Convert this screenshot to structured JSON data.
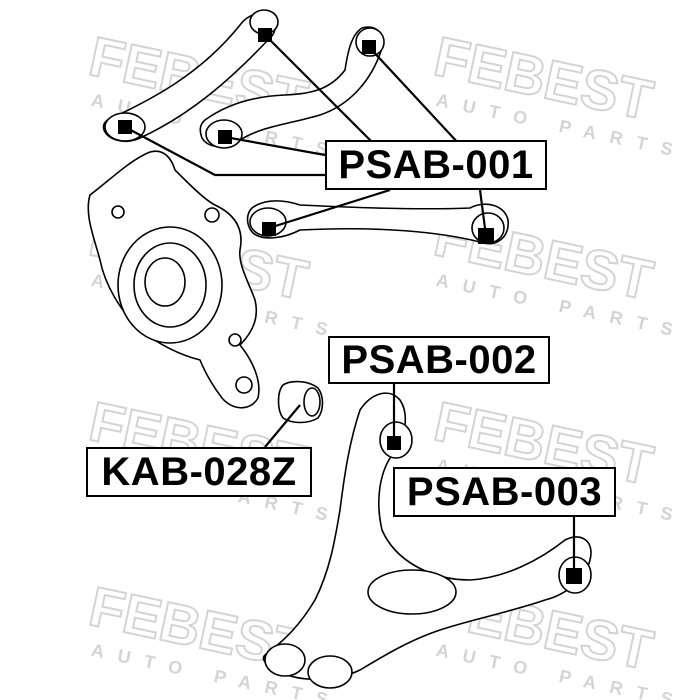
{
  "labels": {
    "psab_001": "PSAB-001",
    "psab_002": "PSAB-002",
    "psab_003": "PSAB-003",
    "kab_028z": "KAB-028Z"
  },
  "watermark": {
    "brand": "FEBEST",
    "subtitle": "AUTO PARTS"
  },
  "colors": {
    "line": "#000000",
    "watermark": "#d9d9d9",
    "background": "#ffffff"
  }
}
